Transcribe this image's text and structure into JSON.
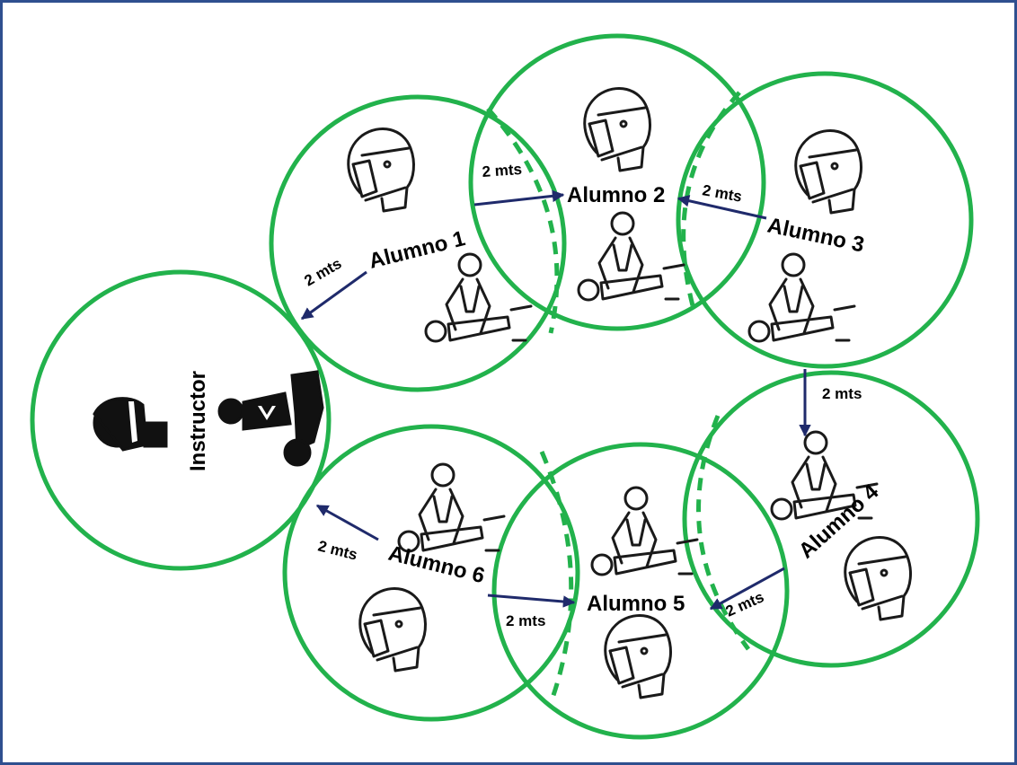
{
  "colors": {
    "frame": "#2f4f8f",
    "zone": "#22b24c",
    "arrow": "#1f2a6b",
    "icon": "#1a1a1a"
  },
  "participants": {
    "instructor": "Instructor",
    "alumno1": "Alumno 1",
    "alumno2": "Alumno 2",
    "alumno3": "Alumno 3",
    "alumno4": "Alumno 4",
    "alumno5": "Alumno 5",
    "alumno6": "Alumno 6"
  },
  "distances": {
    "a1_instructor": "2 mts",
    "a1_a2": "2 mts",
    "a3_a2": "2 mts",
    "a3_a4": "2 mts",
    "a4_a5": "2 mts",
    "a6_a5": "2 mts",
    "a6_instructor": "2 mts"
  },
  "icons": {
    "masked_head": "masked-head-icon",
    "cpr_figure": "cpr-figure-icon",
    "face_shield": "face-shield-icon"
  }
}
